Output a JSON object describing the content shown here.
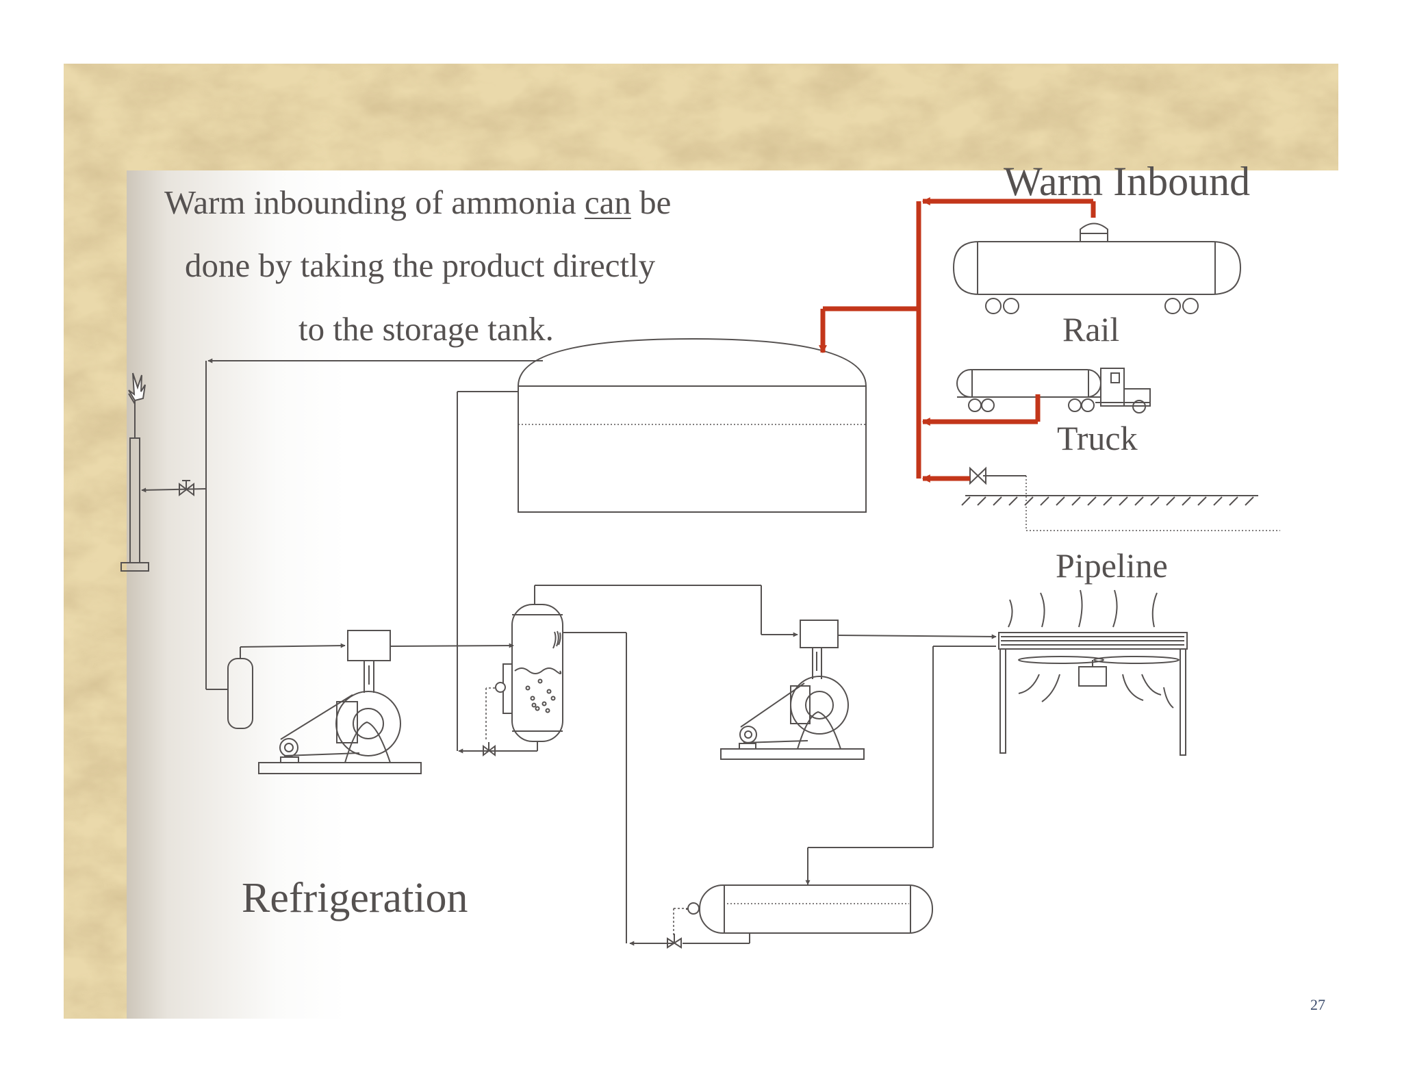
{
  "slide": {
    "title": "Warm Inbound",
    "intro": {
      "line1_before": "Warm inbounding of ammonia ",
      "line1_emphasis": "can",
      "line1_after": " be",
      "line2": "done by taking the product directly",
      "line3": "to the storage tank."
    },
    "section_label": "Refrigeration",
    "page_number": "27"
  },
  "sources": {
    "rail": "Rail",
    "truck": "Truck",
    "pipeline": "Pipeline"
  },
  "colors": {
    "background_texture": "#e6d3a2",
    "panel": "#ffffff",
    "line": "#555150",
    "highlight_flow": "#c3361a",
    "page_number": "#3a4a6a"
  }
}
